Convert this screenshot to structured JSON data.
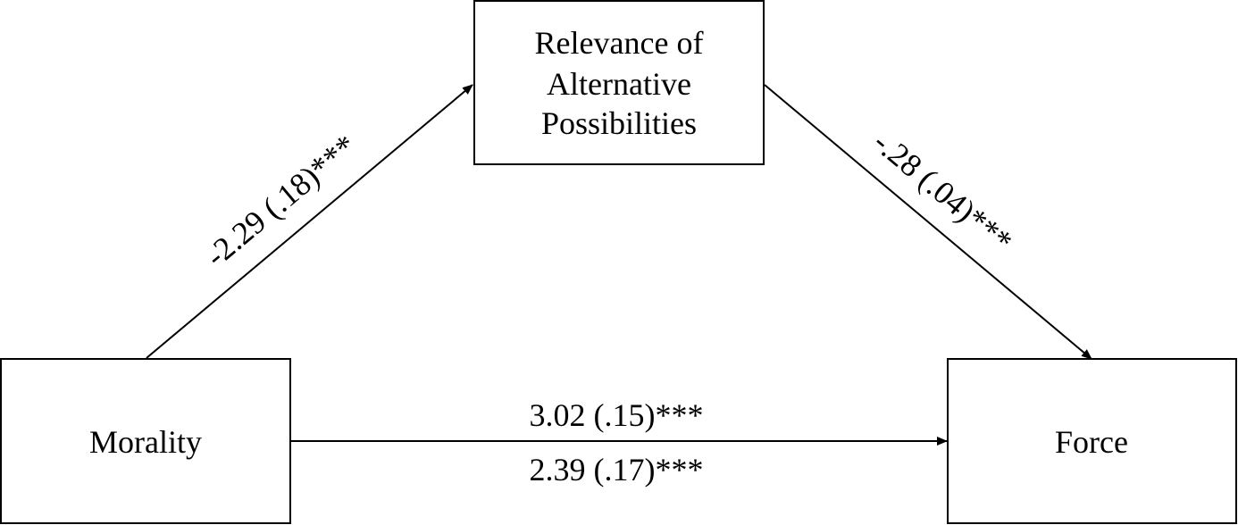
{
  "nodes": {
    "mediator": {
      "lines": [
        "Relevance of",
        "Alternative",
        "Possibilities"
      ]
    },
    "predictor": {
      "label": "Morality"
    },
    "outcome": {
      "label": "Force"
    }
  },
  "edges": {
    "a_path": {
      "label": "-2.29 (.18)***"
    },
    "b_path": {
      "label": "-.28 (.04)***"
    },
    "c_path_total": {
      "label": "3.02 (.15)***"
    },
    "c_prime_path_direct": {
      "label": "2.39 (.17)***"
    }
  },
  "colors": {
    "stroke": "#000000",
    "background": "#ffffff"
  }
}
